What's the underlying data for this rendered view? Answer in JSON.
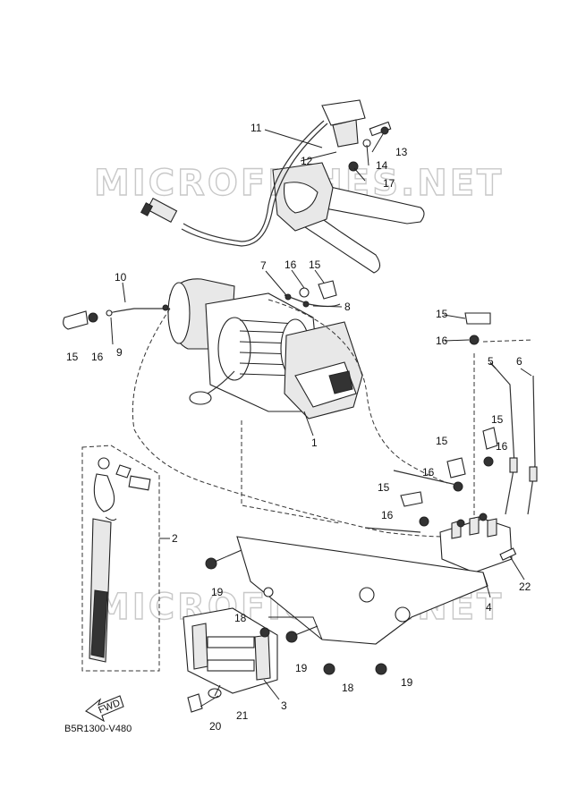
{
  "watermark": "MICROFICHES.NET",
  "diagram_code": "B5R1300-V480",
  "fwd_label": "FWD",
  "callouts": {
    "c1": "1",
    "c2": "2",
    "c3": "3",
    "c4": "4",
    "c5": "5",
    "c6": "6",
    "c7": "7",
    "c8": "8",
    "c9": "9",
    "c10": "10",
    "c11": "11",
    "c12": "12",
    "c13": "13",
    "c14": "14",
    "c15a": "15",
    "c15b": "15",
    "c15c": "15",
    "c15d": "15",
    "c15e": "15",
    "c15f": "15",
    "c16a": "16",
    "c16b": "16",
    "c16c": "16",
    "c16d": "16",
    "c16e": "16",
    "c16f": "16",
    "c17": "17",
    "c18a": "18",
    "c18b": "18",
    "c19a": "19",
    "c19b": "19",
    "c19c": "19",
    "c20": "20",
    "c21": "21",
    "c22": "22"
  }
}
